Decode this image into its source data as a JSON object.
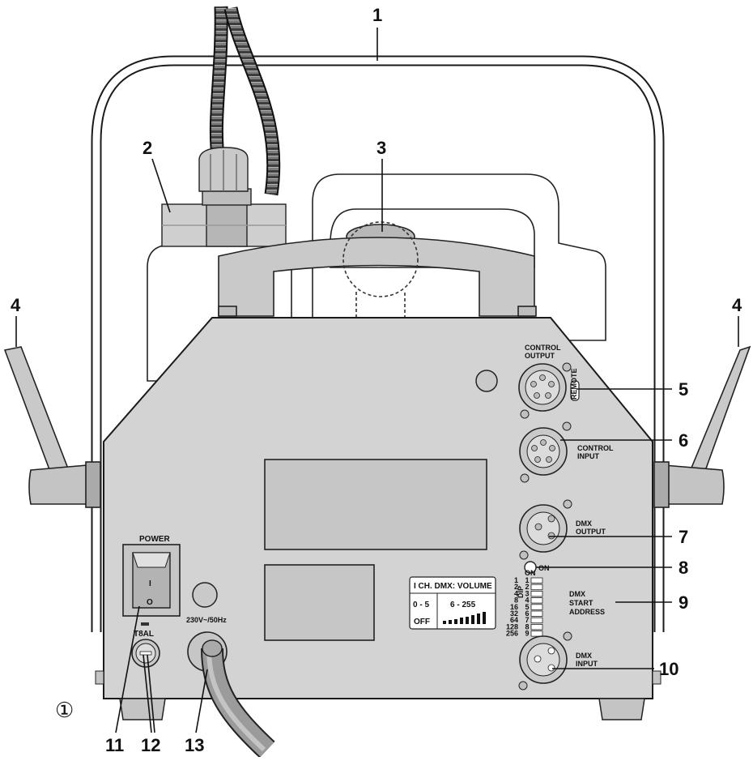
{
  "figure": {
    "number": "①"
  },
  "callouts": {
    "c1": "1",
    "c2": "2",
    "c3": "3",
    "c4l": "4",
    "c4r": "4",
    "c5": "5",
    "c6": "6",
    "c7": "7",
    "c8": "8",
    "c9": "9",
    "c10": "10",
    "c11": "11",
    "c12": "12",
    "c13": "13"
  },
  "panel_labels": {
    "control_output": [
      "CONTROL",
      "OUTPUT"
    ],
    "control_input": [
      "CONTROL",
      "INPUT"
    ],
    "dmx_output": [
      "DMX",
      "OUTPUT"
    ],
    "led_on": "ON",
    "dmx_start_address": [
      "DMX",
      "START",
      "ADDRESS"
    ],
    "dmx_input": [
      "DMX",
      "INPUT"
    ],
    "power": "POWER",
    "switch_on": "I",
    "switch_off": "O",
    "fuse": "T8AL",
    "mains": "230V~/50Hz",
    "connector_label": "REMOTE"
  },
  "dip_switch": {
    "weights": [
      "1",
      "2",
      "4",
      "8",
      "16",
      "32",
      "64",
      "128",
      "256"
    ],
    "numbers": [
      "1",
      "2",
      "3",
      "4",
      "5",
      "6",
      "7",
      "8",
      "9"
    ],
    "on_label": "ON",
    "dip_label": "DIP"
  },
  "channel_table": {
    "header": "I CH. DMX: VOLUME",
    "col1_range": "0 - 5",
    "col1_state": "OFF",
    "col2_range": "6 - 255"
  }
}
